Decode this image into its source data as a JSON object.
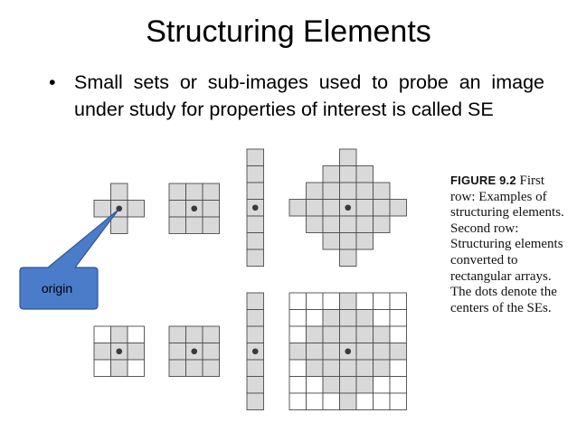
{
  "slide": {
    "title": "Structuring Elements",
    "bullet": "Small sets or sub-images used to probe an image under study for properties of interest is called SE"
  },
  "figure": {
    "caption_label": "FIGURE 9.2",
    "caption_text": "First row: Examples of structuring elements. Second row: Structuring elements converted to rectangular arrays. The dots denote the centers of the SEs."
  },
  "callout": {
    "label": "origin"
  },
  "colors": {
    "cell_fill": "#d9d9d9",
    "cell_empty": "#ffffff",
    "cell_stroke": "#4a4a4a",
    "center_dot": "#3a3a3a",
    "callout_fill": "#4a7cc9",
    "callout_stroke": "#2f5597"
  },
  "structuring_elements": [
    {
      "name": "cross-se",
      "rows": [
        "010",
        "111",
        "010"
      ]
    },
    {
      "name": "square-se",
      "rows": [
        "111",
        "111",
        "111"
      ]
    },
    {
      "name": "line-se",
      "rows": [
        "1",
        "1",
        "1",
        "1",
        "1",
        "1",
        "1"
      ]
    },
    {
      "name": "diamond-se",
      "rows": [
        "0001000",
        "0011100",
        "0111110",
        "1111111",
        "0111110",
        "0011100",
        "0001000"
      ]
    },
    {
      "name": "cross-array",
      "rows": [
        "010",
        "111",
        "010"
      ]
    },
    {
      "name": "square-array",
      "rows": [
        "111",
        "111",
        "111"
      ]
    },
    {
      "name": "line-array",
      "rows": [
        "1",
        "1",
        "1",
        "1",
        "1",
        "1",
        "1"
      ]
    },
    {
      "name": "diamond-array",
      "rows": [
        "0001000",
        "0011100",
        "0111110",
        "1111111",
        "0111110",
        "0011100",
        "0001000"
      ]
    }
  ]
}
